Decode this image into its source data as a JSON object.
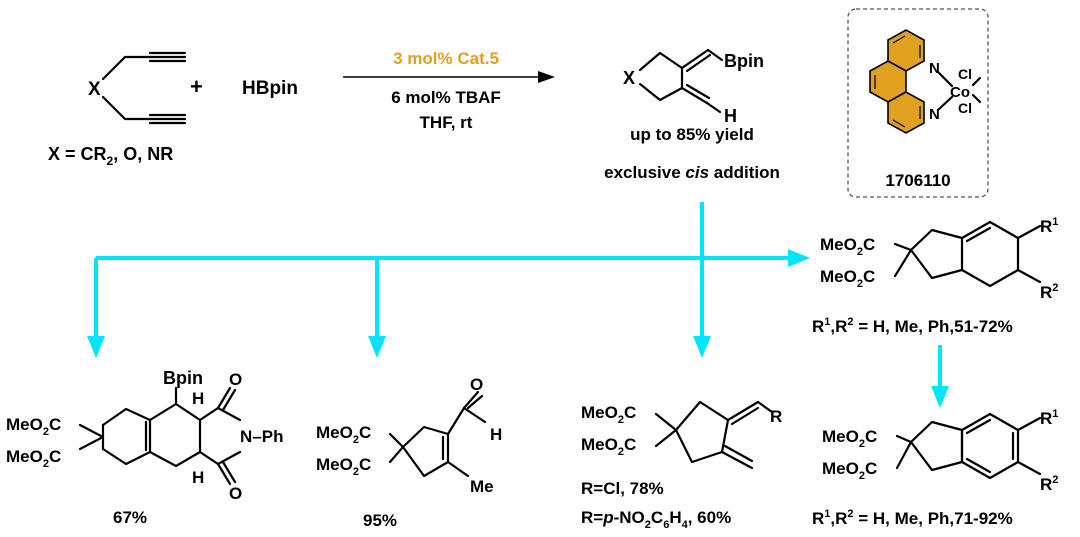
{
  "reaction": {
    "substrate_x": "X",
    "substrate_scope": "X = CR",
    "substrate_scope_sub": "2",
    "substrate_scope_tail": ", O, NR",
    "plus": "+",
    "reagent": "HBpin",
    "catalyst": "3 mol% Cat.5",
    "additive": "6 mol%  TBAF",
    "conditions": "THF, rt",
    "product_x": "X",
    "product_bpin": "Bpin",
    "product_h": "H",
    "yield_note": "up to 85% yield",
    "selectivity_pre": "exclusive ",
    "selectivity_em": "cis",
    "selectivity_post": " addition"
  },
  "catalyst_box": {
    "n_top": "N",
    "n_bottom": "N",
    "metal": "Co",
    "cl_top": "Cl",
    "cl_bottom": "Cl",
    "code": "1706110"
  },
  "products": {
    "p1": {
      "bpin": "Bpin",
      "h_top": "H",
      "h_bottom": "H",
      "o_top": "O",
      "o_bottom": "O",
      "n_ph": "N–Ph",
      "ester1": "MeO",
      "ester1_sub": "2",
      "ester1_tail": "C",
      "ester2": "MeO",
      "ester2_sub": "2",
      "ester2_tail": "C",
      "yield": "67%"
    },
    "p2": {
      "o": "O",
      "h": "H",
      "me": "Me",
      "ester1": "MeO",
      "ester1_sub": "2",
      "ester1_tail": "C",
      "ester2": "MeO",
      "ester2_sub": "2",
      "ester2_tail": "C",
      "yield": "95%"
    },
    "p3": {
      "r": "R",
      "ester1": "MeO",
      "ester1_sub": "2",
      "ester1_tail": "C",
      "ester2": "MeO",
      "ester2_sub": "2",
      "ester2_tail": "C",
      "yield1": "R=Cl, 78%",
      "yield2_pre": "R=",
      "yield2_em": "p",
      "yield2_post": "-NO",
      "yield2_sub1": "2",
      "yield2_mid": "C",
      "yield2_sub2": "6",
      "yield2_mid2": "H",
      "yield2_sub3": "4",
      "yield2_tail": ", 60%"
    },
    "p4": {
      "ester1": "MeO",
      "ester1_sub": "2",
      "ester1_tail": "C",
      "ester2": "MeO",
      "ester2_sub": "2",
      "ester2_tail": "C",
      "r1": "R",
      "r1_sup": "1",
      "r2": "R",
      "r2_sup": "2",
      "scope_r1": "R",
      "scope_r1_sup": "1",
      "scope_comma": ",R",
      "scope_r2_sup": "2",
      "scope_tail": " = H, Me, Ph,51-72%"
    },
    "p5": {
      "ester1": "MeO",
      "ester1_sub": "2",
      "ester1_tail": "C",
      "ester2": "MeO",
      "ester2_sub": "2",
      "ester2_tail": "C",
      "r1": "R",
      "r1_sup": "1",
      "r2": "R",
      "r2_sup": "2",
      "scope_r1": "R",
      "scope_r1_sup": "1",
      "scope_comma": ",R",
      "scope_r2_sup": "2",
      "scope_tail": " = H, Me, Ph,71-92%"
    }
  },
  "colors": {
    "arrow": "#00e5ff",
    "catalyst_text": "#e0a020",
    "phenanthroline": "#e0a020"
  }
}
